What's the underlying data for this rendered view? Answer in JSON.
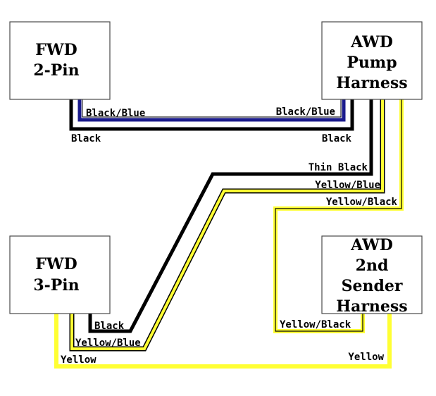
{
  "boxes": {
    "fwd_2pin": [
      "FWD",
      "2-Pin"
    ],
    "awd_pump": [
      "AWD",
      "Pump",
      "Harness"
    ],
    "fwd_3pin": [
      "FWD",
      "3-Pin"
    ],
    "awd_sender": [
      "AWD",
      "2nd",
      "Sender",
      "Harness"
    ]
  },
  "wires": {
    "black_blue_left": "Black/Blue",
    "black_blue_right": "Black/Blue",
    "black_left": "Black",
    "black_right": "Black",
    "thin_black": "Thin Black",
    "yellow_blue_top": "Yellow/Blue",
    "yellow_black_top": "Yellow/Black",
    "black_bottom": "Black",
    "yellow_blue_bottom": "Yellow/Blue",
    "yellow_black_bottom": "Yellow/Black",
    "yellow_left": "Yellow",
    "yellow_right": "Yellow"
  },
  "colors": {
    "black": "#000000",
    "blue": "#1a1a8c",
    "yellow": "#ffff33"
  }
}
